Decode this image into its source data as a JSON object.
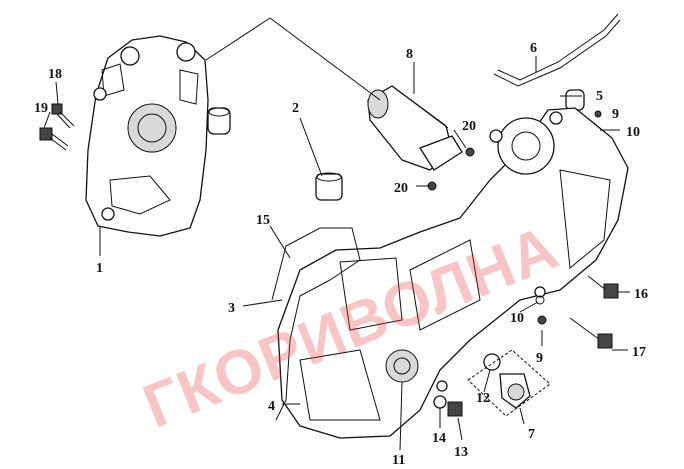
{
  "watermark": "ГКОРИВОЛНА",
  "callouts": [
    {
      "id": "c1",
      "label": "1"
    },
    {
      "id": "c2",
      "label": "2"
    },
    {
      "id": "c3",
      "label": "3"
    },
    {
      "id": "c4",
      "label": "4"
    },
    {
      "id": "c5",
      "label": "5"
    },
    {
      "id": "c6",
      "label": "6"
    },
    {
      "id": "c7",
      "label": "7"
    },
    {
      "id": "c8",
      "label": "8"
    },
    {
      "id": "c9a",
      "label": "9"
    },
    {
      "id": "c9b",
      "label": "9"
    },
    {
      "id": "c10a",
      "label": "10"
    },
    {
      "id": "c10b",
      "label": "10"
    },
    {
      "id": "c11",
      "label": "11"
    },
    {
      "id": "c12",
      "label": "12"
    },
    {
      "id": "c13",
      "label": "13"
    },
    {
      "id": "c14",
      "label": "14"
    },
    {
      "id": "c15",
      "label": "15"
    },
    {
      "id": "c16",
      "label": "16"
    },
    {
      "id": "c17",
      "label": "17"
    },
    {
      "id": "c18",
      "label": "18"
    },
    {
      "id": "c19",
      "label": "19"
    },
    {
      "id": "c20a",
      "label": "20"
    },
    {
      "id": "c20b",
      "label": "20"
    }
  ]
}
